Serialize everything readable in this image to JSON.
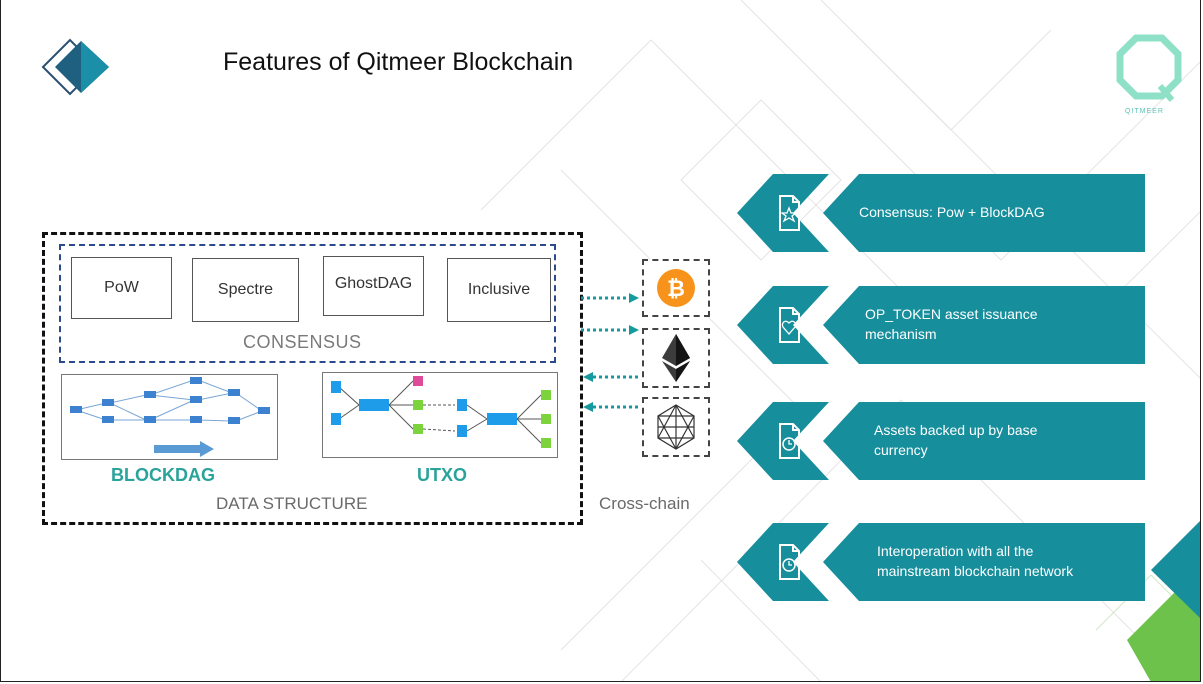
{
  "slide": {
    "title": "Features of Qitmeer Blockchain",
    "logo": {
      "icon": "qitmeer-octagon-icon",
      "text": "QITMEER"
    },
    "corner_icon": "diamond-logo-icon"
  },
  "left_panel": {
    "consensus_algorithms": [
      "PoW",
      "Spectre",
      "GhostDAG",
      "Inclusive"
    ],
    "consensus_label": "CONSENSUS",
    "blockdag_label": "BLOCKDAG",
    "utxo_label": "UTXO",
    "data_structure_label": "DATA STRUCTURE"
  },
  "cross_chain": {
    "label": "Cross-chain",
    "chains": [
      "bitcoin-icon",
      "ethereum-icon",
      "hcash-icon"
    ]
  },
  "features": [
    {
      "icon": "star-document-icon",
      "line1": "Consensus: Pow + BlockDAG",
      "line2": ""
    },
    {
      "icon": "heart-document-icon",
      "line1": "OP_TOKEN asset issuance",
      "line2": "mechanism"
    },
    {
      "icon": "clock-document-icon",
      "line1": "Assets backed up by base",
      "line2": "currency"
    },
    {
      "icon": "clock-document-icon",
      "line1": "Interoperation with all the",
      "line2": "mainstream blockchain network"
    }
  ],
  "colors": {
    "teal": "#168e9c",
    "accent_text": "#2aa39a",
    "dashed_blue": "#2b4a8b",
    "bitcoin": "#f7931a",
    "green_block": "#7cd33b",
    "blue_block": "#1e9be9"
  }
}
